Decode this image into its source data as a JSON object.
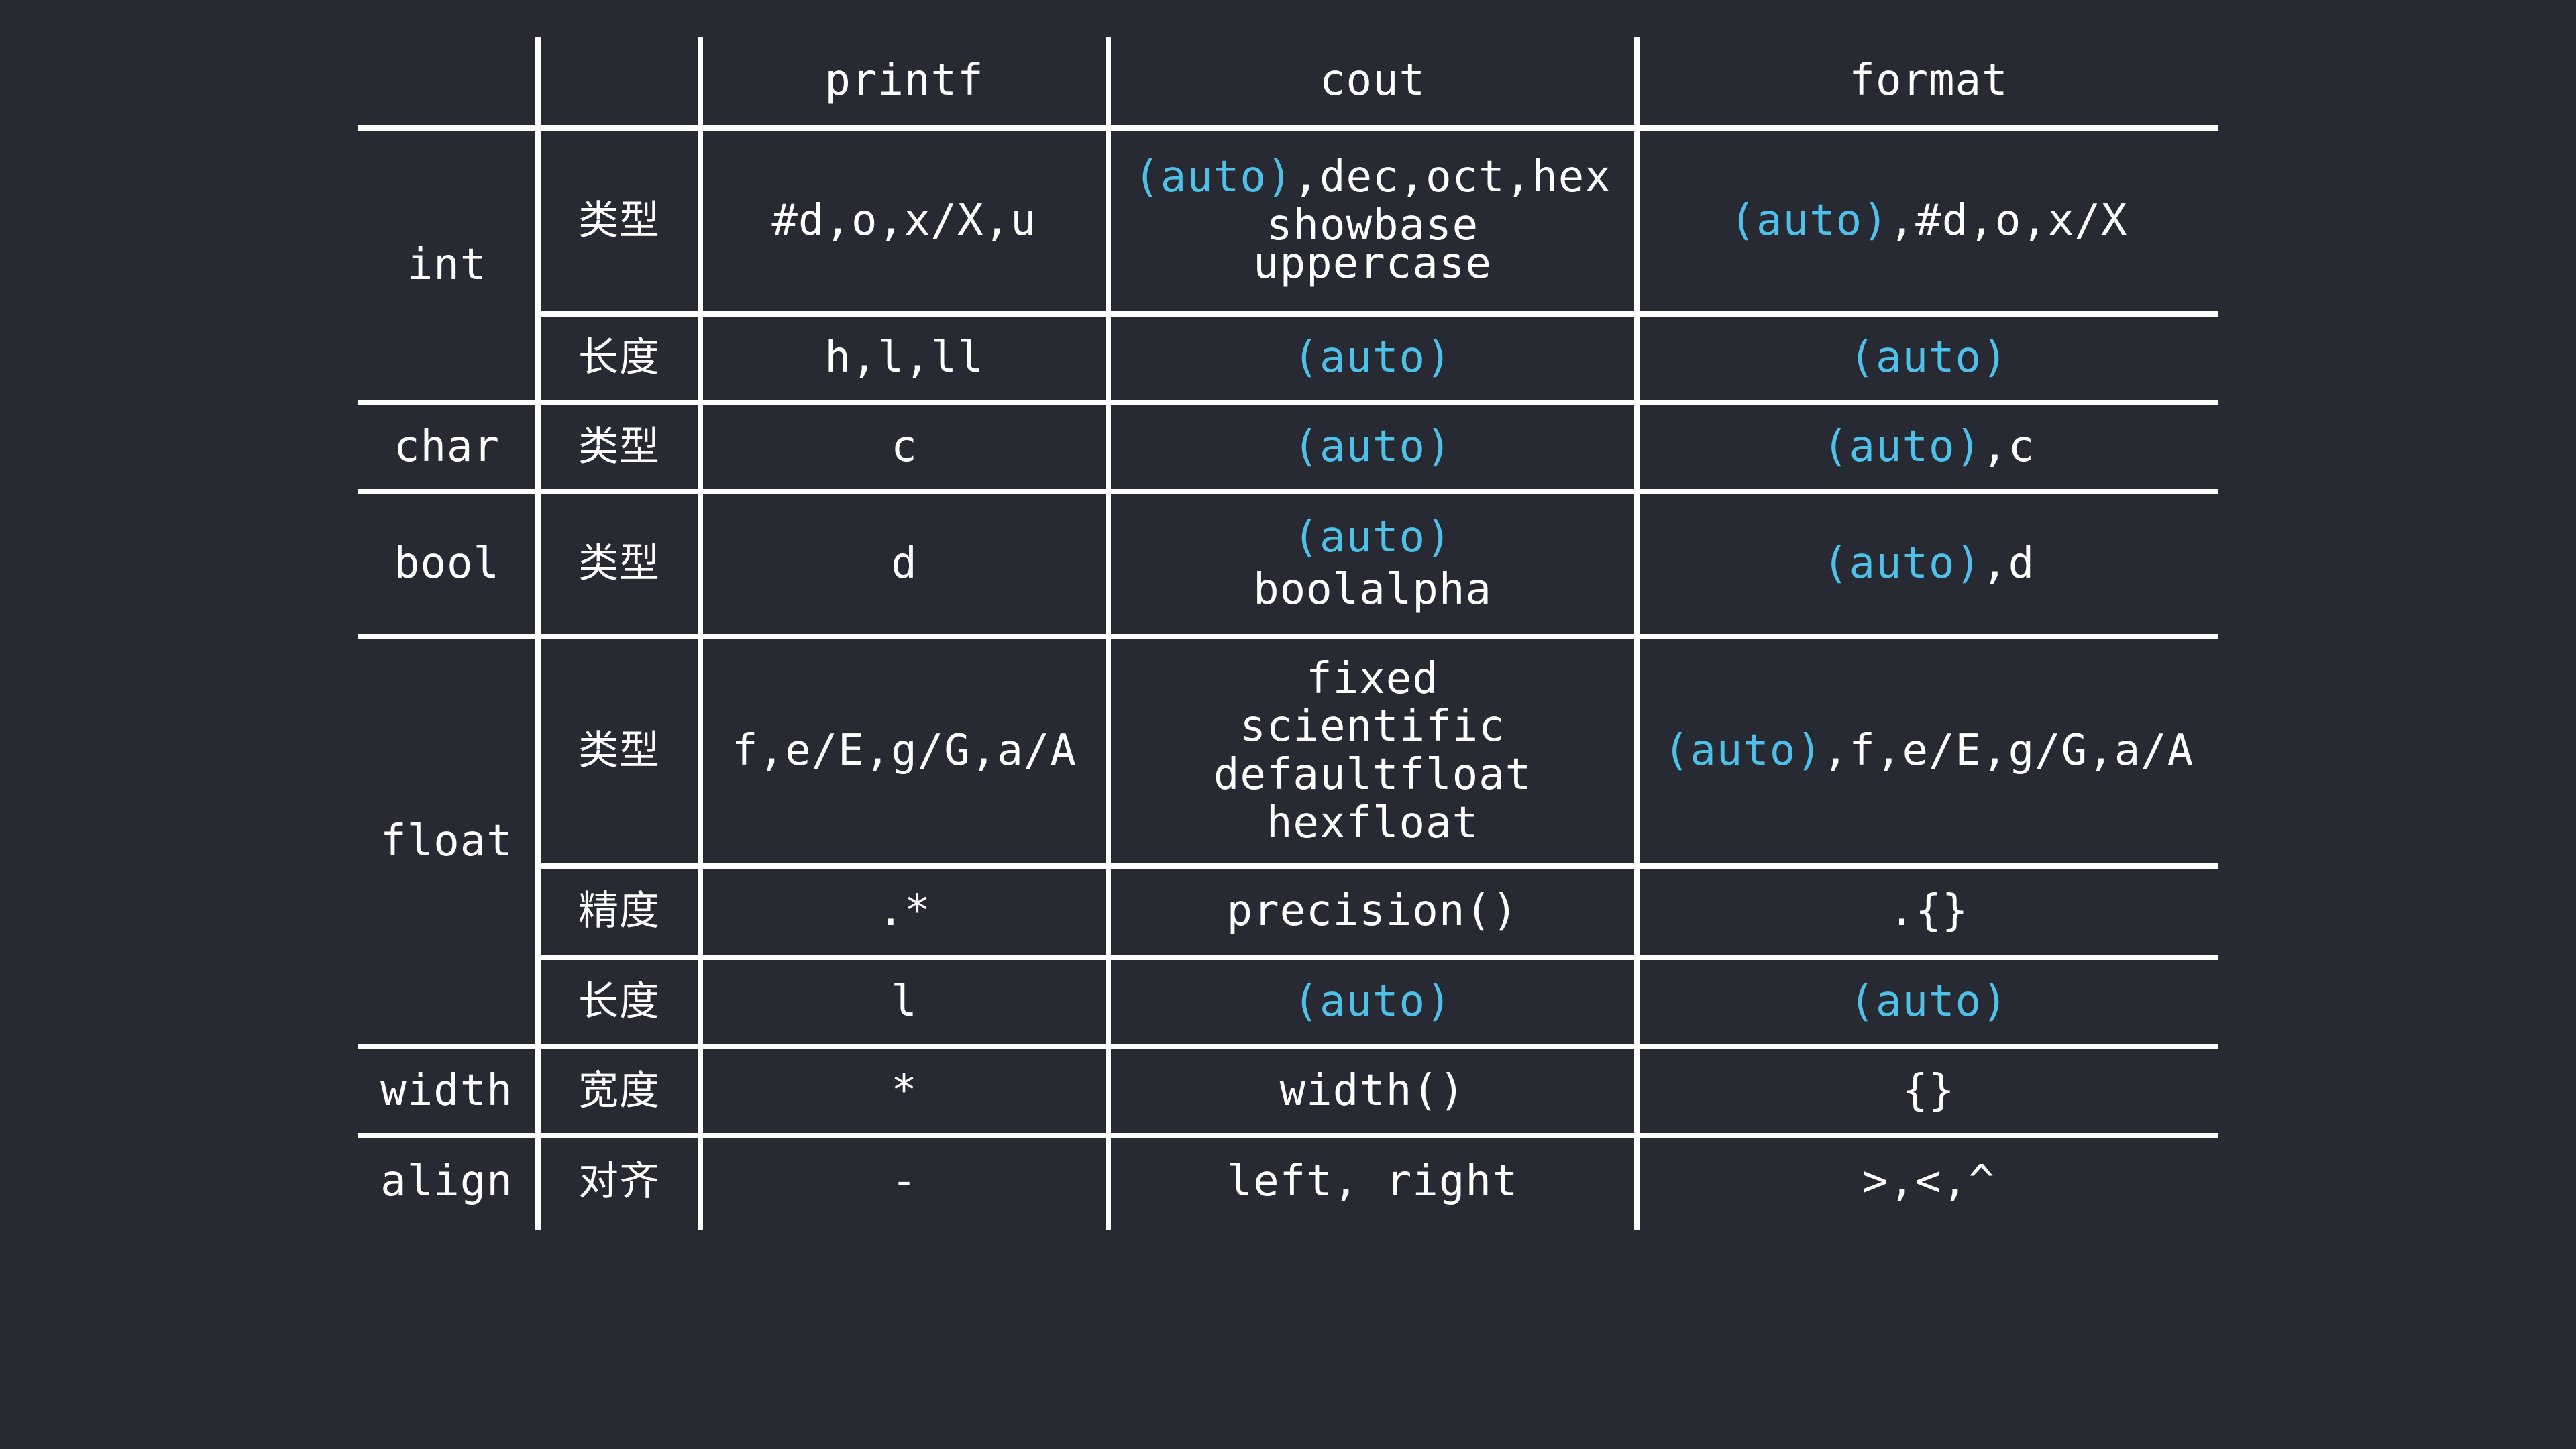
{
  "colors": {
    "background": "#272a33",
    "text": "#ffffff",
    "highlight": "#4fc1e9",
    "grid": "#ffffff"
  },
  "header": {
    "printf": "printf",
    "cout": "cout",
    "format": "format"
  },
  "groups": {
    "int": "int",
    "char": "char",
    "bool": "bool",
    "float": "float",
    "width": "width",
    "align": "align"
  },
  "attributes": {
    "type": "类型",
    "length": "长度",
    "precision": "精度",
    "width": "宽度",
    "align": "对齐"
  },
  "auto_token": "(auto)",
  "rows": {
    "int_type": {
      "printf": "#d,o,x/X,u",
      "cout_line1_rest": ",dec,oct,hex",
      "cout_line2": "showbase",
      "cout_line3": "uppercase",
      "format_rest": ",#d,o,x/X"
    },
    "int_length": {
      "printf": "h,l,ll"
    },
    "char_type": {
      "printf": "c",
      "format_rest": ",c"
    },
    "bool_type": {
      "printf": "d",
      "cout_line2": "boolalpha",
      "format_rest": ",d"
    },
    "float_type": {
      "printf": "f,e/E,g/G,a/A",
      "cout_line1": "fixed",
      "cout_line2": "scientific",
      "cout_line3": "defaultfloat",
      "cout_line4": "hexfloat",
      "format_rest": ",f,e/E,g/G,a/A"
    },
    "float_precision": {
      "printf": ".*",
      "cout": "precision()",
      "format": ".{}"
    },
    "float_length": {
      "printf": "l"
    },
    "width": {
      "printf": "*",
      "cout": "width()",
      "format": "{}"
    },
    "align": {
      "printf": "-",
      "cout": "left, right",
      "format": ">,<,^"
    }
  }
}
